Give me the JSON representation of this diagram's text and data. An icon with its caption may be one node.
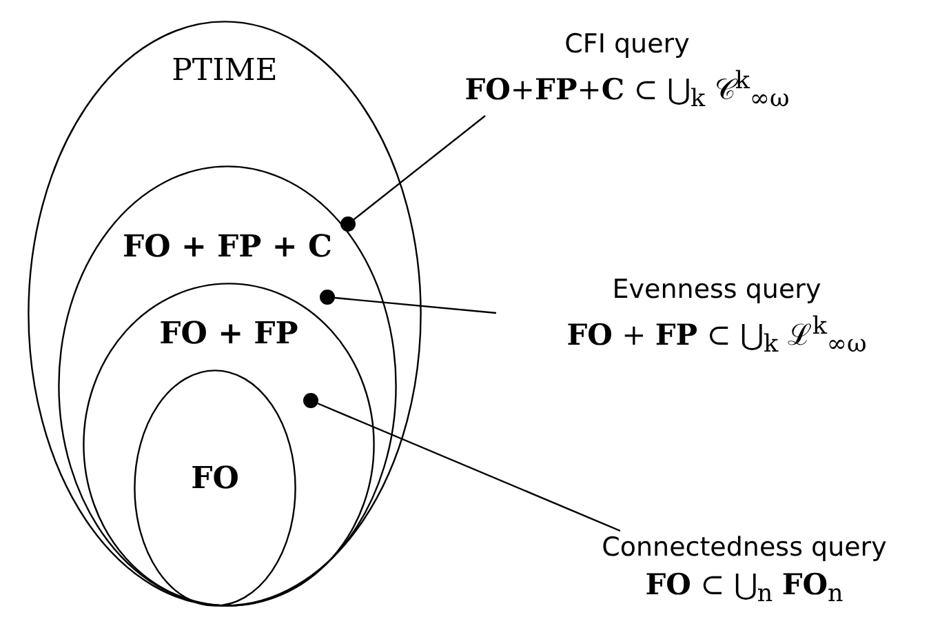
{
  "diagram": {
    "nodes": [
      {
        "text": [
          "PTIME"
        ]
      },
      {
        "text": [
          "FO + FP + C"
        ],
        "in": 0
      },
      {
        "text": [
          "FO + FP"
        ],
        "in": 1
      },
      {
        "text": [
          "FO"
        ],
        "in": 2
      },
      {
        "text": [],
        "shape": "circle",
        "in": 0
      },
      {
        "text": [],
        "shape": "circle",
        "in": 1
      },
      {
        "text": [],
        "shape": "circle",
        "in": 2
      },
      {
        "text": [
          "CFI query",
          "**FO**+**FP**+**C** ⊂ ⋃$_{k}$ 𝒞$^{k}$$_{∞ω}$"
        ]
      },
      {
        "text": [
          "Evenness query",
          "**FO** + **FP** ⊂ ⋃$_{k}$ ℒ$^{k}$$_{∞ω}$"
        ]
      },
      {
        "text": [
          "Connectedness query",
          "**FO** ⊂ ⋃$_{n}$ **FO**$_{n}$"
        ]
      }
    ],
    "edges": [
      {
        "from": 7,
        "to": 4,
        "arrow": "none"
      },
      {
        "from": 8,
        "to": 5,
        "arrow": "none"
      },
      {
        "from": 9,
        "to": 6,
        "arrow": "none"
      }
    ]
  }
}
